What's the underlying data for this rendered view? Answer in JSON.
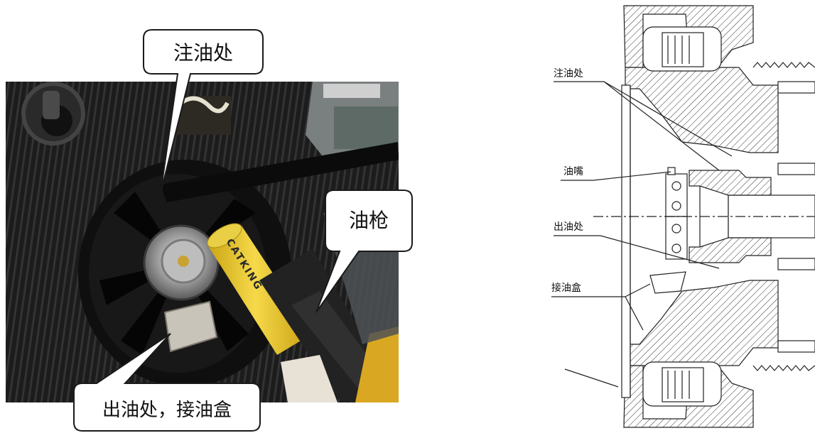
{
  "photo": {
    "callouts": {
      "oil_inlet": "注油处",
      "oil_gun": "油枪",
      "oil_outlet_box": "出油处，接油盒"
    },
    "brand_text": "CATKING",
    "colors": {
      "housing": "#1e1e1e",
      "gun_yellow": "#f2cf2a",
      "hose": "#262626",
      "glove": "#e8e1d6"
    }
  },
  "drawing": {
    "labels": {
      "oil_inlet": "注油处",
      "grease_nipple": "油嘴",
      "oil_outlet": "出油处",
      "oil_box": "接油盒"
    },
    "line_color": "#222222"
  }
}
